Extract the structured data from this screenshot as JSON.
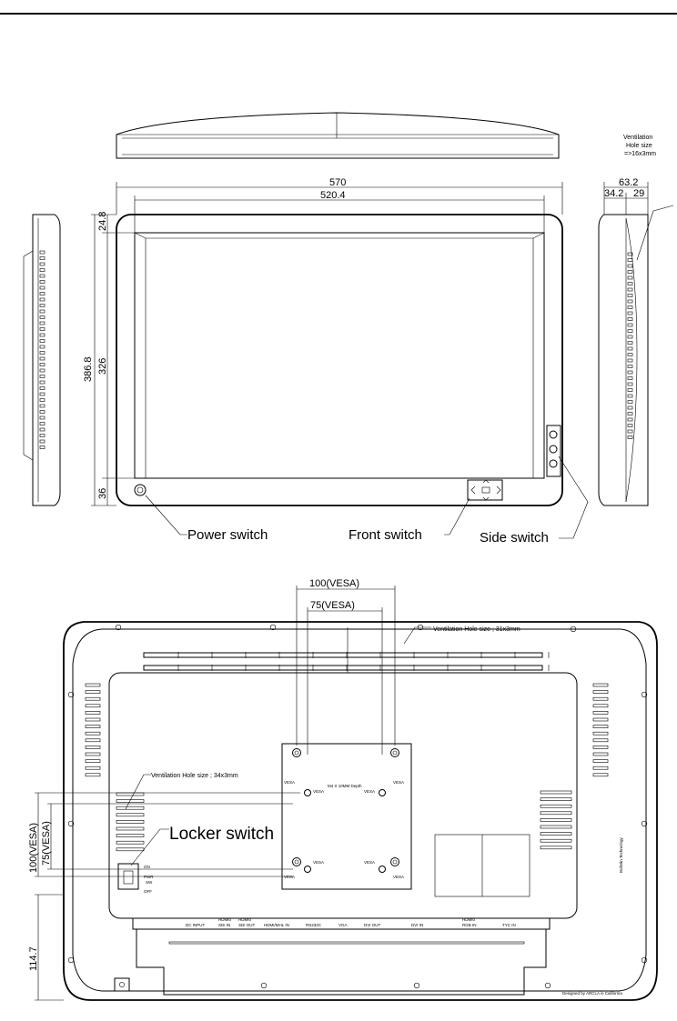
{
  "top_view": {
    "dimensions": {
      "overall_width": "570",
      "screen_width": "520.4",
      "overall_height": "386.8",
      "screen_height": "326",
      "top_bezel": "24.8",
      "bottom_bezel": "36",
      "side_depth": "63.2",
      "side_depth_a": "34.2",
      "side_depth_b": "29"
    },
    "ventilation_note": [
      "Ventilation",
      "Hole size",
      "=>16x3mm"
    ],
    "callouts": {
      "power": "Power switch",
      "front": "Front switch",
      "side": "Side switch"
    }
  },
  "rear_view": {
    "vesa_100_width": "100(VESA)",
    "vesa_75_width": "75(VESA)",
    "vesa_100_height": "100(VESA)",
    "vesa_75_height": "75(VESA)",
    "bottom_dim": "114.7",
    "vent_top": "Ventilation Hole size ; 31x3mm",
    "vent_side": "Ventilation Hole size ; 34x3mm",
    "locker": "Locker switch",
    "vesa_tag": "VESA",
    "screw_note": "M4 X 10MM Depth",
    "pwr_labels": {
      "on": "ON",
      "pwr": "PWR",
      "sw": "SW",
      "off": "OFF"
    },
    "ports": [
      {
        "l1": "",
        "l2": "DC INPUT"
      },
      {
        "l1": "HDMI0",
        "l2": "SDI IN"
      },
      {
        "l1": "HDMI0",
        "l2": "SDI OUT"
      },
      {
        "l1": "",
        "l2": "HDMI/MHL IN"
      },
      {
        "l1": "",
        "l2": "RS232C"
      },
      {
        "l1": "",
        "l2": "VGA"
      },
      {
        "l1": "",
        "l2": "DVI OUT"
      },
      {
        "l1": "",
        "l2": "DVI IN"
      },
      {
        "l1": "HDMI0",
        "l2": "RGB IN"
      },
      {
        "l1": "",
        "l2": "TYC IN"
      }
    ],
    "brand_side": "Bulletin Technology",
    "brand_bottom": "Designed by ARCLA in California"
  }
}
